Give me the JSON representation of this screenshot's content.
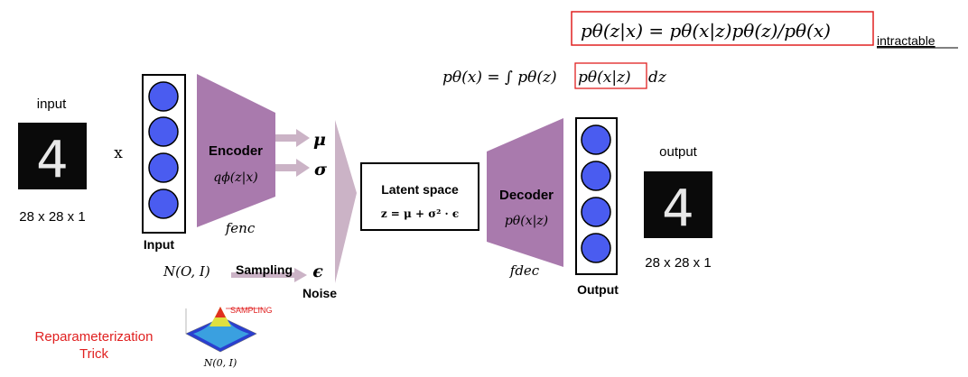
{
  "equations": {
    "posterior": "pθ(z|x) = pθ(x|z)pθ(z)/pθ(x)",
    "intractable_label": "intractable",
    "marginal_lhs": "pθ(x) = ∫ pθ(z)",
    "marginal_highlight": "pθ(x|z)",
    "marginal_rhs": "dz"
  },
  "input": {
    "label": "input",
    "digit": "4",
    "size": "28 x 28 x 1",
    "x_symbol": "x",
    "layer_label": "Input"
  },
  "encoder": {
    "title": "Encoder",
    "formula": "qϕ(z|x)",
    "function": "fenc",
    "mu": "μ",
    "sigma": "σ"
  },
  "sampling": {
    "distribution": "N(O, I)",
    "label": "Sampling",
    "epsilon": "ϵ",
    "noise_label": "Noise"
  },
  "latent": {
    "title": "Latent space",
    "formula": "z = μ + σ² · ϵ"
  },
  "decoder": {
    "title": "Decoder",
    "formula": "pθ(x|z)",
    "function": "fdec"
  },
  "output": {
    "label": "output",
    "digit": "4",
    "size": "28 x 28 x 1",
    "layer_label": "Output"
  },
  "reparam": {
    "label_line1": "Reparameterization",
    "label_line2": "Trick",
    "plot_label": "SAMPLING",
    "plot_caption": "N(0, I)"
  },
  "colors": {
    "neuron": "#4a5cf0",
    "trapezoid": "#a97aad",
    "arrow": "#cbb3c6",
    "highlight_box": "#e02020",
    "reparam_text": "#e02020"
  }
}
